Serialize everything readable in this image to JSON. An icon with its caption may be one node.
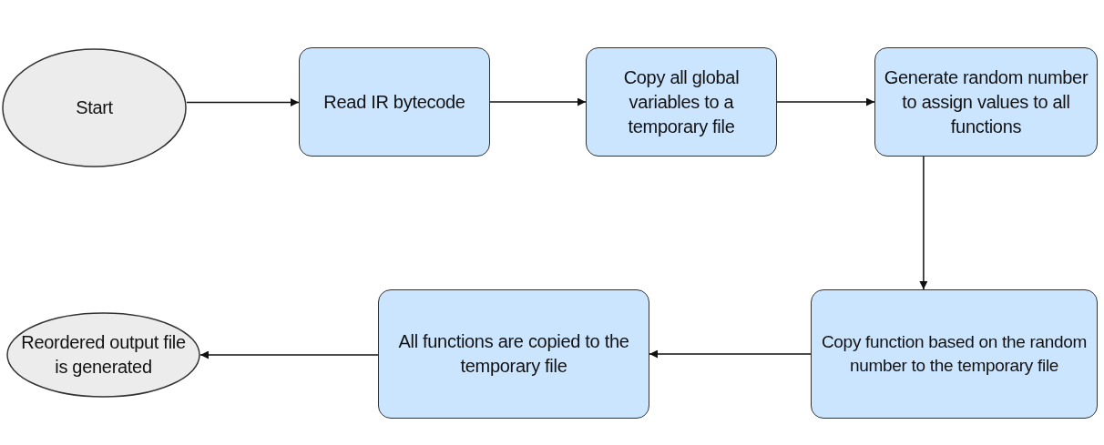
{
  "diagram": {
    "nodes": [
      {
        "text": [
          "Start"
        ]
      },
      {
        "text": [
          "Read IR bytecode"
        ]
      },
      {
        "text": [
          "Copy all global variables to a temporary file"
        ]
      },
      {
        "text": [
          "Generate random number to assign values to all functions"
        ]
      },
      {
        "text": [
          "Copy function based on the random number to the temporary file"
        ]
      },
      {
        "text": [
          "All functions are copied to the temporary file"
        ]
      },
      {
        "text": [
          "Reordered output file is generated"
        ]
      }
    ],
    "edges": [
      {
        "from": 0,
        "to": 1,
        "arrow": "to"
      },
      {
        "from": 1,
        "to": 2,
        "arrow": "to"
      },
      {
        "from": 2,
        "to": 3,
        "arrow": "to"
      },
      {
        "from": 3,
        "to": 4,
        "arrow": "to"
      },
      {
        "from": 4,
        "to": 5,
        "arrow": "to"
      },
      {
        "from": 5,
        "to": 6,
        "arrow": "to"
      }
    ]
  }
}
